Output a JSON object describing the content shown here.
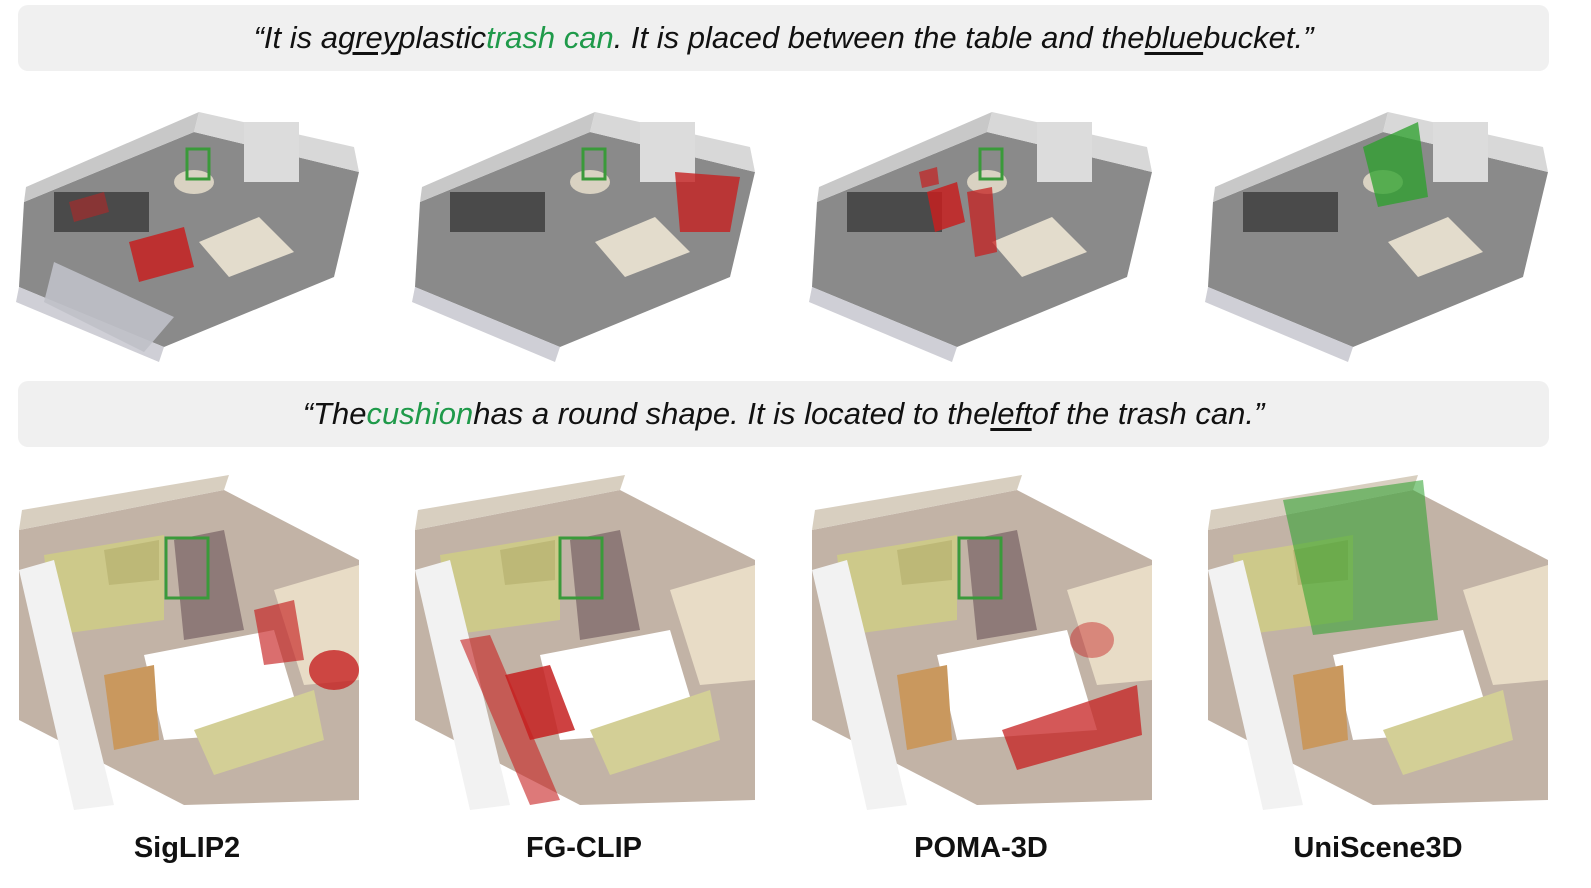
{
  "queries": [
    {
      "parts": [
        {
          "text": "“It is a ",
          "style": "plain"
        },
        {
          "text": "grey",
          "style": "underline"
        },
        {
          "text": " plastic ",
          "style": "plain"
        },
        {
          "text": "trash can",
          "style": "highlight"
        },
        {
          "text": ". It is placed between the table and the ",
          "style": "plain"
        },
        {
          "text": "blue",
          "style": "underline"
        },
        {
          "text": " bucket.”",
          "style": "plain"
        }
      ]
    },
    {
      "parts": [
        {
          "text": "“The ",
          "style": "plain"
        },
        {
          "text": "cushion",
          "style": "highlight"
        },
        {
          "text": " has a round shape. It is located to the ",
          "style": "plain"
        },
        {
          "text": "left",
          "style": "underline"
        },
        {
          "text": " of the trash can.”",
          "style": "plain"
        }
      ]
    }
  ],
  "methods": [
    "SigLIP2",
    "FG-CLIP",
    "POMA-3D",
    "UniScene3D"
  ],
  "colors": {
    "highlight_text": "#1f9a4a",
    "ground_truth_box": "#3a9a3a",
    "wrong_prediction": "#cc1f1f",
    "correct_prediction": "#2aa02a",
    "caption_background": "#f0f0f0"
  },
  "icons": [
    "ground-truth-box",
    "predicted-region-highlight"
  ]
}
